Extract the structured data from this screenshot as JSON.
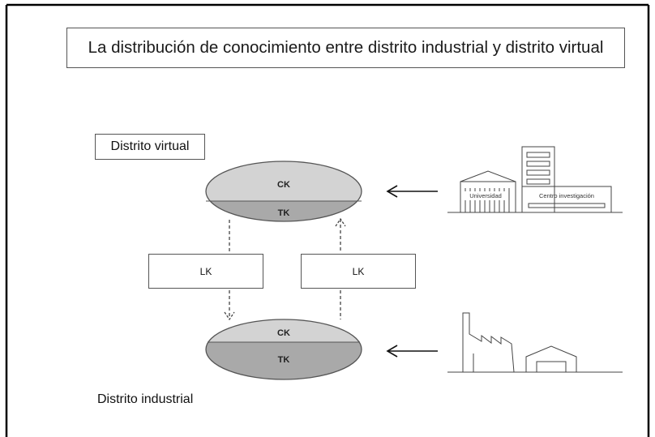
{
  "title": "La distribución de conocimiento entre distrito industrial y distrito virtual",
  "labels": {
    "virtual_district": "Distrito virtual",
    "industrial_district": "Distrito industrial"
  },
  "virtual_ellipse": {
    "top": "CK",
    "bottom": "TK"
  },
  "industrial_ellipse": {
    "top": "CK",
    "bottom": "TK"
  },
  "lk_boxes": {
    "left": "LK",
    "right": "LK"
  },
  "buildings": {
    "university": "Universidad",
    "research_center": "Centro investigación"
  },
  "colors": {
    "ck_fill": "#d3d3d3",
    "tk_fill": "#a9a9a9",
    "frame": "#000000",
    "line": "#444444"
  }
}
